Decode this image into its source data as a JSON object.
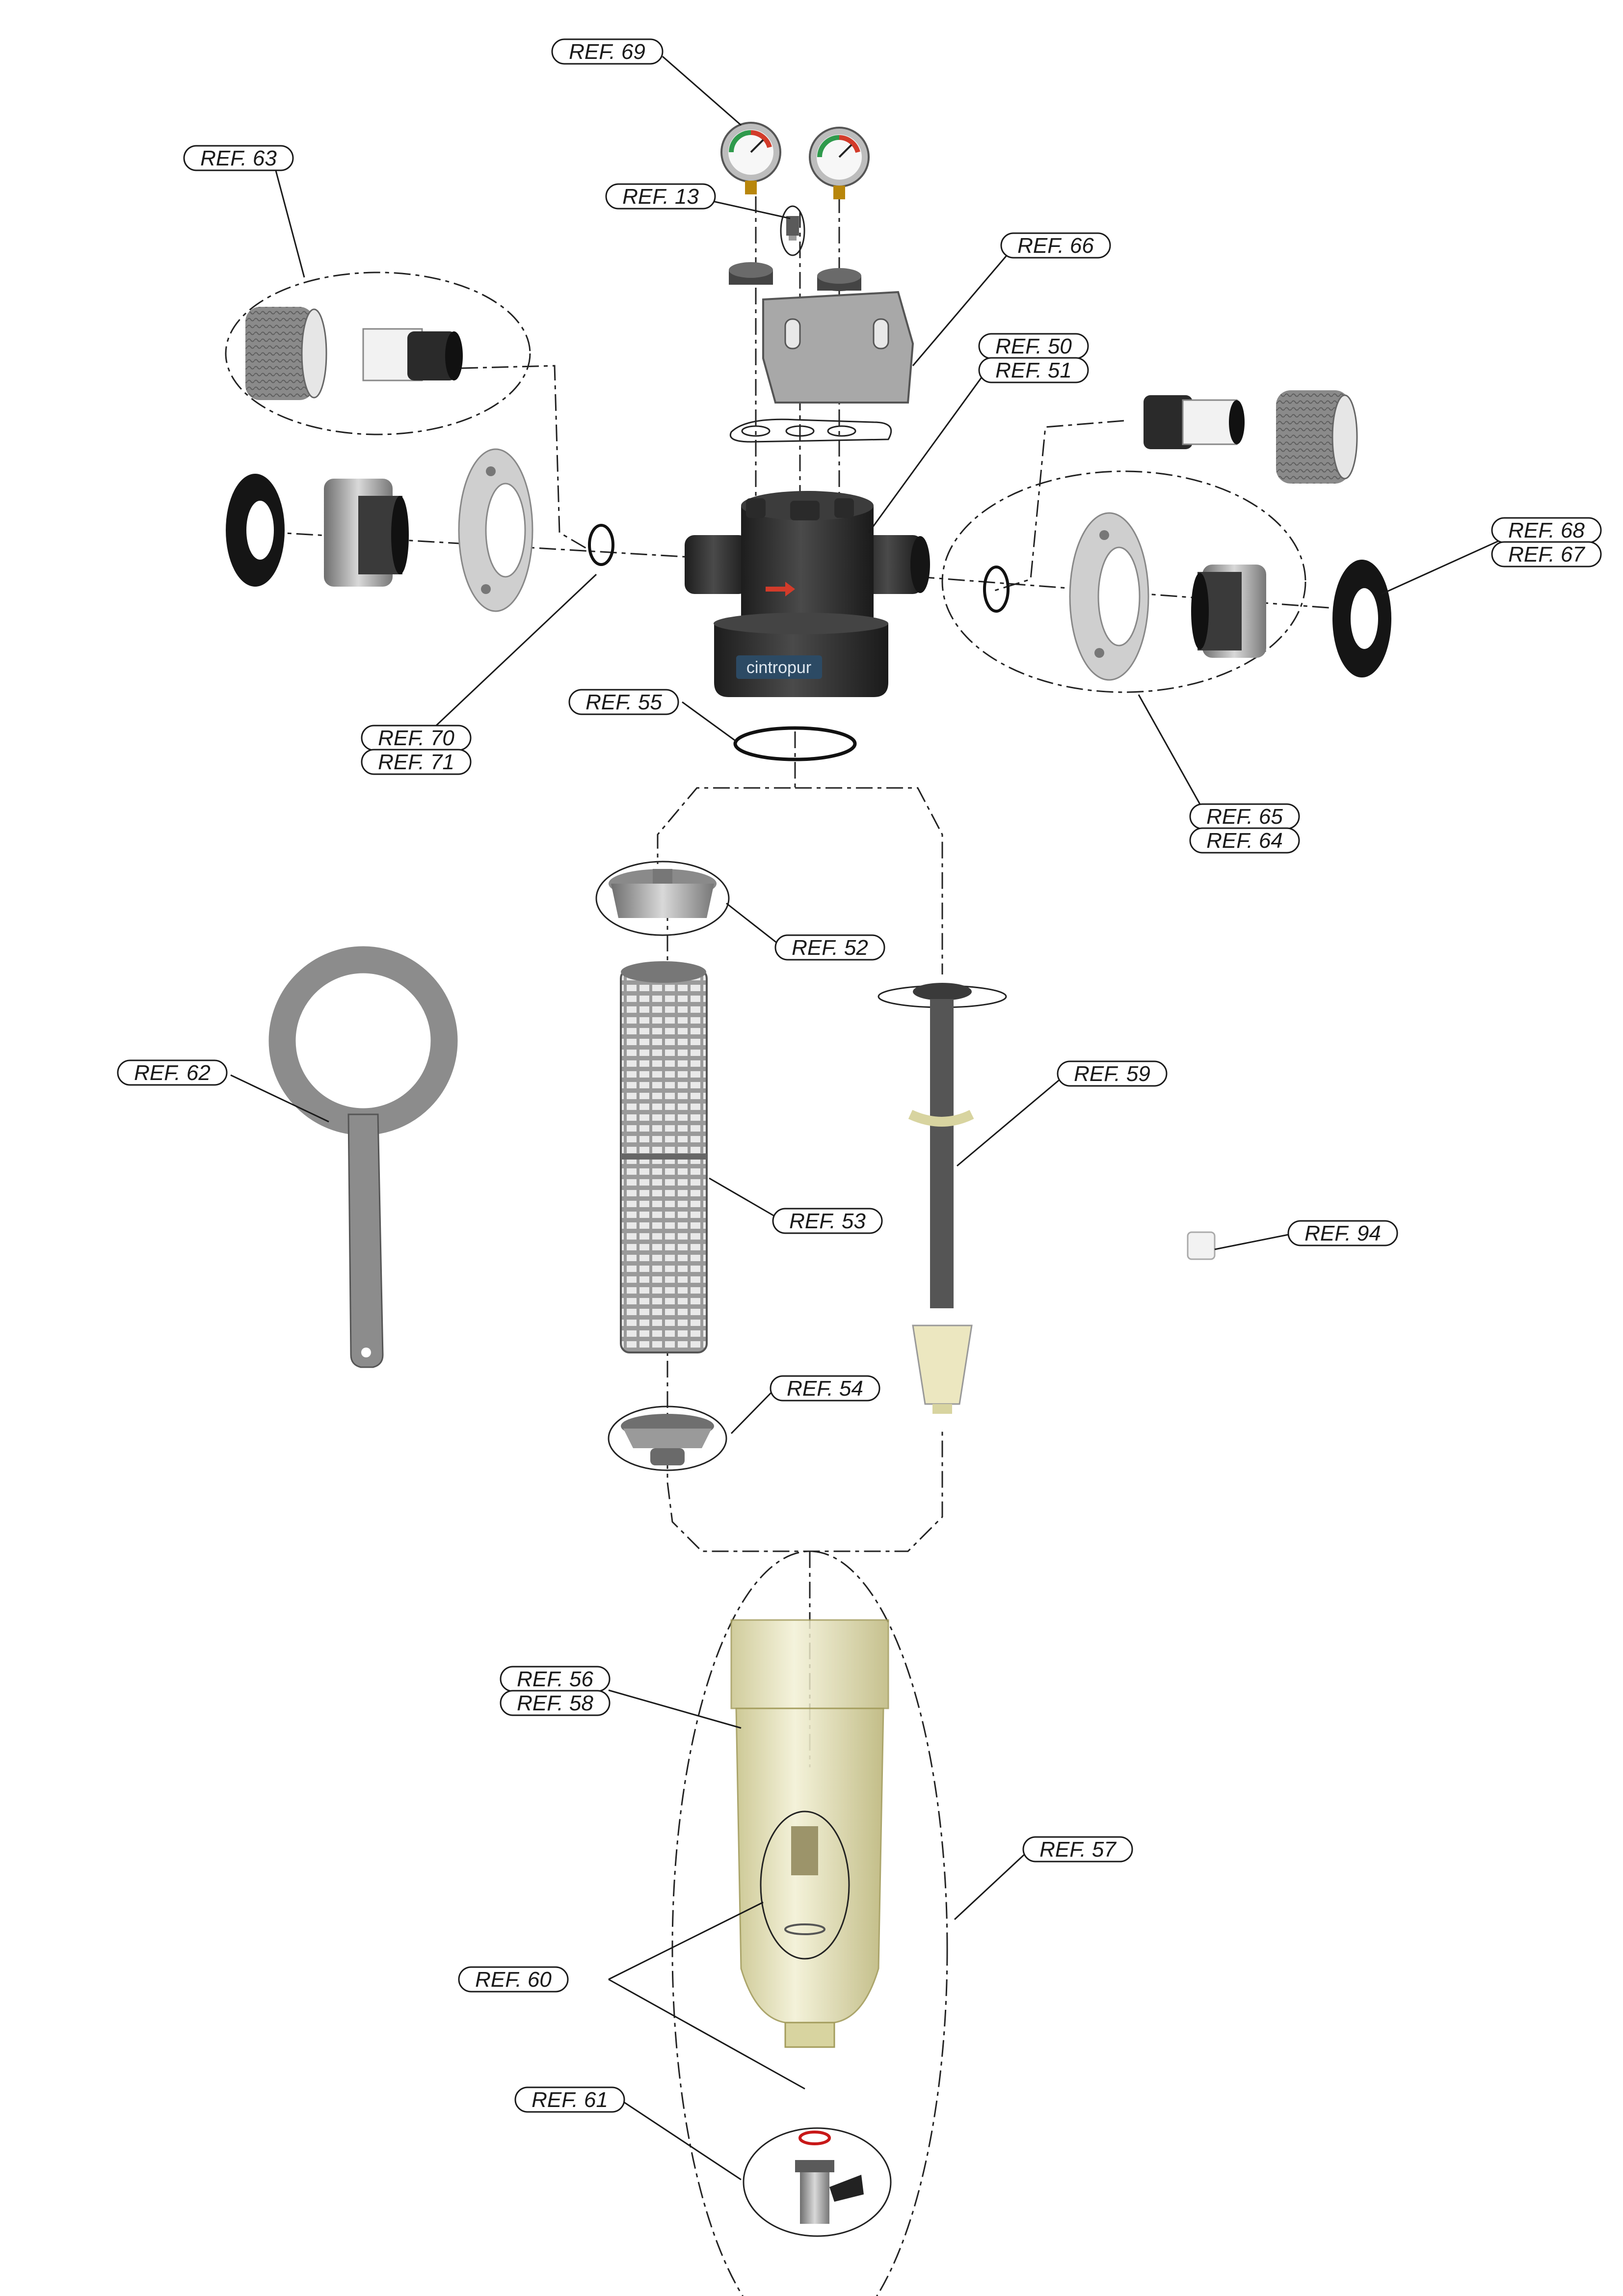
{
  "brand": {
    "logo_text": "cintropur"
  },
  "colors": {
    "body": "#2e2e2e",
    "parts_grey": "#8c8c8c",
    "bowl_tint": "#e6e3b8",
    "arrow_red": "#d23b2a",
    "oring_red": "#c81818",
    "gauge_green": "#2f9a4c"
  },
  "labels": {
    "r69": "REF. 69",
    "r63": "REF. 63",
    "r13": "REF. 13",
    "r66": "REF. 66",
    "r50": "REF. 50",
    "r51": "REF. 51",
    "r68": "REF. 68",
    "r67": "REF. 67",
    "r70": "REF. 70",
    "r71": "REF. 71",
    "r55": "REF. 55",
    "r65": "REF. 65",
    "r64": "REF. 64",
    "r52": "REF. 52",
    "r62": "REF. 62",
    "r59": "REF. 59",
    "r53": "REF. 53",
    "r94": "REF. 94",
    "r54": "REF. 54",
    "r56": "REF. 56",
    "r58": "REF. 58",
    "r57": "REF. 57",
    "r60": "REF. 60",
    "r61": "REF. 61"
  }
}
